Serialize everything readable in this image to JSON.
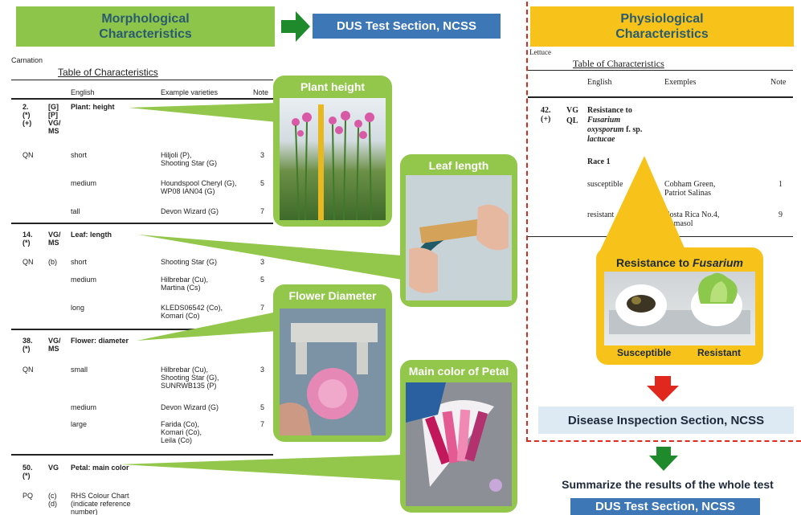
{
  "header": {
    "morph_title_1": "Morphological",
    "morph_title_2": "Characteristics",
    "dus_top": "DUS Test Section, NCSS",
    "physio_title_1": "Physiological",
    "physio_title_2": "Characteristics"
  },
  "carnation": {
    "crop": "Carnation",
    "table_title": "Table of Characteristics",
    "col_english": "English",
    "col_example": "Example varieties",
    "col_note": "Note",
    "rows": [
      {
        "num": "2.",
        "m1": "(*)",
        "m2": "(+)",
        "g": "[G]",
        "g2": "[P]",
        "g3": "VG/",
        "g4": "MS",
        "title": "Plant: height"
      },
      {
        "ql": "QN",
        "label": "short",
        "ex1": "Hiljoli (P),",
        "ex2": "Shooting Star (G)",
        "note": "3"
      },
      {
        "label": "medium",
        "ex1": "Houndspool Cheryl (G),",
        "ex2": "WP08 IAN04 (G)",
        "note": "5"
      },
      {
        "label": "tall",
        "ex1": "Devon Wizard (G)",
        "note": "7"
      },
      {
        "num": "14.",
        "m1": "(*)",
        "g": "VG/",
        "g2": "MS",
        "title": "Leaf: length"
      },
      {
        "ql": "QN",
        "sub": "(b)",
        "label": "short",
        "ex1": "Shooting Star (G)",
        "note": "3"
      },
      {
        "label": "medium",
        "ex1": "Hilbrebar (Cu),",
        "ex2": "Martina (Cs)",
        "note": "5"
      },
      {
        "label": "long",
        "ex1": "KLEDS06542 (Co),",
        "ex2": "Komari (Co)",
        "note": "7"
      },
      {
        "num": "38.",
        "m1": "(*)",
        "g": "VG/",
        "g2": "MS",
        "title": "Flower: diameter"
      },
      {
        "ql": "QN",
        "label": "small",
        "ex1": "Hilbrebar (Cu),",
        "ex2": "Shooting Star (G),",
        "ex3": "SUNRWB135 (P)",
        "note": "3"
      },
      {
        "label": "medium",
        "ex1": "Devon Wizard (G)",
        "note": "5"
      },
      {
        "label": "large",
        "ex1": "Farida (Co),",
        "ex2": "Komari (Co),",
        "ex3": "Leila (Co)",
        "note": "7"
      },
      {
        "num": "50.",
        "m1": "(*)",
        "g": "VG",
        "title": "Petal: main color"
      },
      {
        "ql": "PQ",
        "sub": "(c)",
        "sub2": "(d)",
        "label": "RHS Colour Chart",
        "label2": "(indicate reference",
        "label3": "number)"
      }
    ]
  },
  "cards": {
    "plant_height": "Plant height",
    "leaf_length": "Leaf length",
    "flower_diameter": "Flower Diameter",
    "petal_color": "Main color of Petal",
    "fusarium_prefix": "Resistance to ",
    "fusarium_italic": "Fusarium",
    "susceptible": "Susceptible",
    "resistant": "Resistant"
  },
  "lettuce": {
    "crop": "Lettuce",
    "table_title": "Table of Characteristics",
    "col_english": "English",
    "col_example": "Exemples",
    "col_note": "Note",
    "num": "42.",
    "mark": "(+)",
    "g1": "VG",
    "g2": "QL",
    "title_1": "Resistance to",
    "title_2": "Fusarium",
    "title_3": "oxysporum",
    "title_3b": " f. sp.",
    "title_4": "lactucae",
    "race": "Race 1",
    "r1_label": "susceptible",
    "r1_ex1": "Cobham Green,",
    "r1_ex2": "Patriot Salinas",
    "r1_note": "1",
    "r2_label": "resistant",
    "r2_ex1": "Costa Rica No.4,",
    "r2_ex2": "Romasol",
    "r2_note": "9"
  },
  "flow": {
    "disease": "Disease Inspection Section, NCSS",
    "summary": "Summarize the results of the whole test",
    "dus_bottom": "DUS Test Section, NCSS"
  }
}
